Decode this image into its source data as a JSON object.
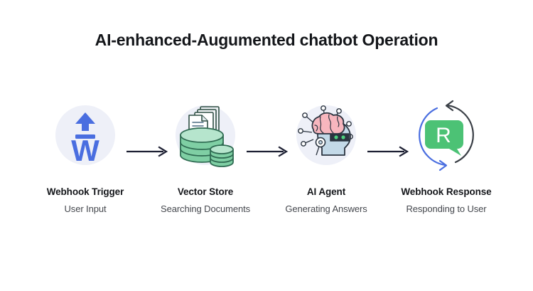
{
  "page": {
    "title": "AI-enhanced-Augumented chatbot Operation",
    "background_color": "#ffffff"
  },
  "colors": {
    "title_text": "#14161a",
    "step_title_text": "#14161a",
    "step_subtitle_text": "#44474d",
    "circle_background": "#eef0f8",
    "arrow_connector": "#1d2033",
    "webhook_blue": "#4a6ee0",
    "database_green": "#67c49a",
    "database_green_dark": "#2f6b52",
    "brain_pink": "#f7b6be",
    "robot_blue": "#bcd4e6",
    "robot_visor": "#2b3440",
    "robot_eye_green": "#4cd07d",
    "bubble_green": "#4cc275",
    "loop_arrow_blue": "#4a6ee0",
    "loop_arrow_dark": "#3a3f46"
  },
  "steps": [
    {
      "icon": "webhook-trigger-icon",
      "title": "Webhook Trigger",
      "subtitle": "User Input"
    },
    {
      "icon": "vector-store-database-icon",
      "title": "Vector Store",
      "subtitle": "Searching Documents"
    },
    {
      "icon": "ai-agent-robot-brain-icon",
      "title": "AI Agent",
      "subtitle": "Generating Answers"
    },
    {
      "icon": "webhook-response-icon",
      "title": "Webhook Response",
      "subtitle": "Responding to User"
    }
  ],
  "connectors": [
    {
      "icon": "arrow-right-icon"
    },
    {
      "icon": "arrow-right-icon"
    },
    {
      "icon": "arrow-right-icon"
    }
  ],
  "icon_labels": {
    "webhook_letter": "W",
    "response_letter": "R"
  }
}
